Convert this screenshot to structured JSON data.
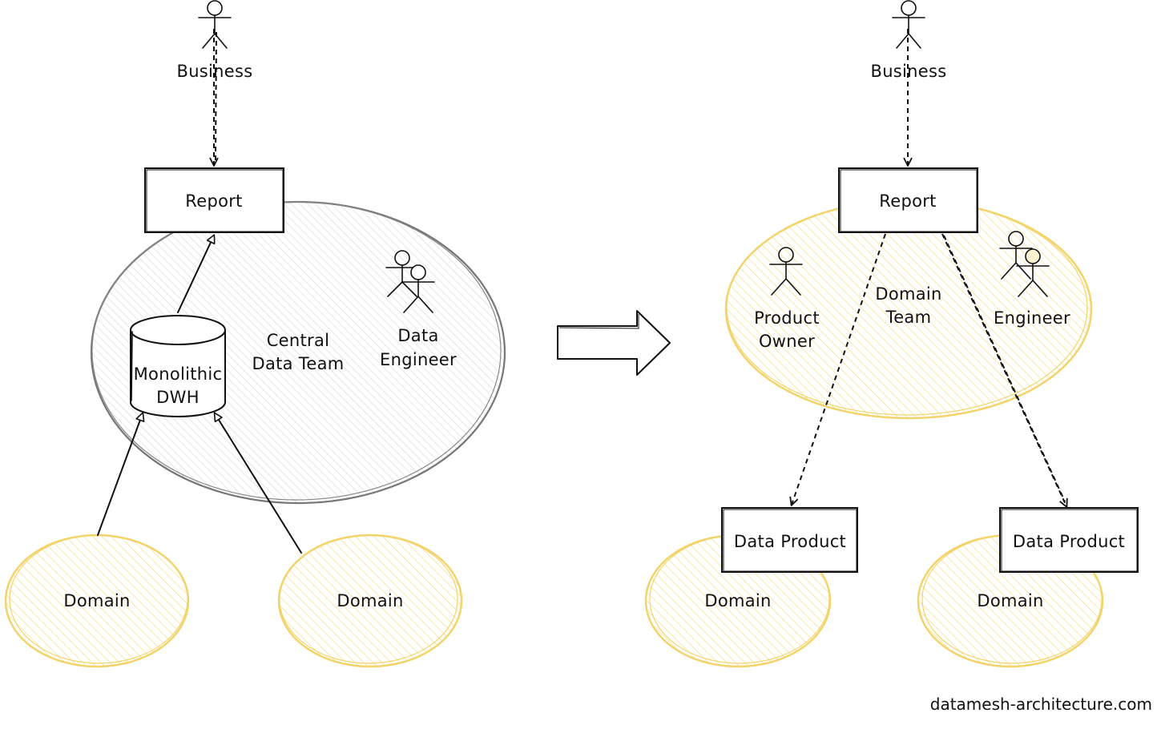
{
  "colors": {
    "ink": "#111111",
    "domain_fill_edge": "#f2d46b",
    "central_team_edge": "#777777",
    "hatch_yellow": "#f5dd86",
    "hatch_gray": "#d6d6d6"
  },
  "left": {
    "actor_label": "Business",
    "report_label": "Report",
    "team_label_line1": "Central",
    "team_label_line2": "Data Team",
    "dwh_line1": "Monolithic",
    "dwh_line2": "DWH",
    "engineer_line1": "Data",
    "engineer_line2": "Engineer",
    "domain_a_label": "Domain",
    "domain_b_label": "Domain"
  },
  "right": {
    "actor_label": "Business",
    "report_label": "Report",
    "team_label_line1": "Domain",
    "team_label_line2": "Team",
    "owner_line1": "Product",
    "owner_line2": "Owner",
    "engineer_label": "Engineer",
    "product_a_label": "Data Product",
    "product_b_label": "Data Product",
    "domain_a_label": "Domain",
    "domain_b_label": "Domain"
  },
  "icons": {
    "actor": "stick-figure-icon",
    "pair": "stick-figure-pair-icon",
    "transition": "right-arrow-icon",
    "database": "cylinder-database-icon"
  },
  "footer": "datamesh-architecture.com"
}
